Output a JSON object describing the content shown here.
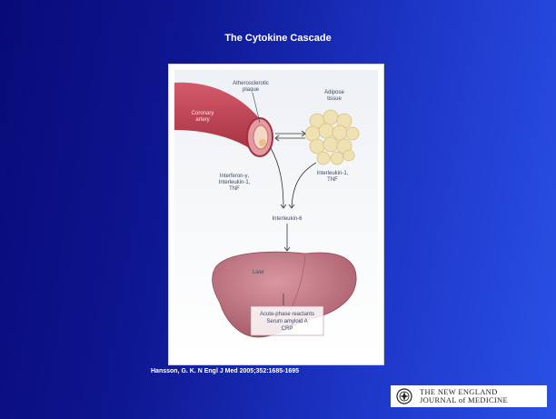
{
  "slide": {
    "title": "The Cytokine Cascade",
    "citation": "Hansson, G. K. N Engl J Med 2005;352:1685-1695"
  },
  "figure": {
    "labels": {
      "plaque_1": "Atherosclerotic",
      "plaque_2": "plaque",
      "artery_1": "Coronary",
      "artery_2": "artery",
      "adipose_1": "Adipose",
      "adipose_2": "tissue",
      "left_cyt_1": "Interferon-γ,",
      "left_cyt_2": "Interleukin-1,",
      "left_cyt_3": "TNF",
      "right_cyt_1": "Interleukin-1,",
      "right_cyt_2": "TNF",
      "center_cyt": "Interleukin-6",
      "liver": "Liver",
      "reactants_1": "Acute-phase reactants",
      "reactants_2": "Serum amyloid A",
      "reactants_3": "CRP"
    }
  },
  "logo": {
    "line1": "THE NEW ENGLAND",
    "line2": "JOURNAL of MEDICINE"
  },
  "colors": {
    "background_dark": "#080a78",
    "background_light": "#2a50e6",
    "artery": "#c9495a",
    "liver": "#c07a86",
    "adipose": "#f0e1b2"
  }
}
